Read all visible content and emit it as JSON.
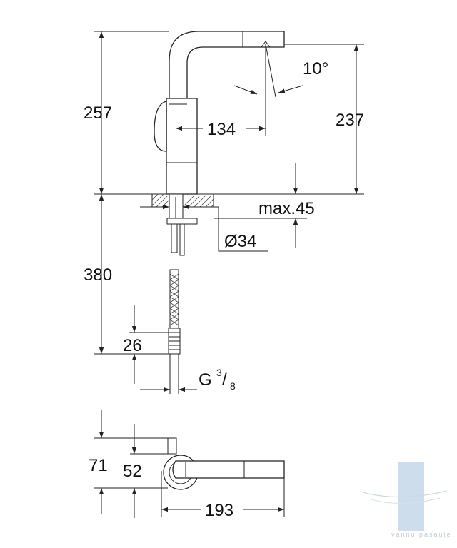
{
  "dimensions": {
    "total_height": "257",
    "spout_height": "237",
    "spout_angle": "10°",
    "spout_reach": "134",
    "deck_thickness": "max.45",
    "hole_diameter": "Ø34",
    "hose_length": "380",
    "connector_length": "26",
    "thread_prefix": "G",
    "thread_num": "3",
    "thread_den": "8",
    "base_offset": "71",
    "base_offset_inner": "52",
    "plan_length": "193"
  },
  "watermark": {
    "text": "vannu pasaule",
    "accent_color": "#c9daea"
  },
  "colors": {
    "line": "#222222",
    "text": "#111111",
    "background": "#ffffff"
  }
}
